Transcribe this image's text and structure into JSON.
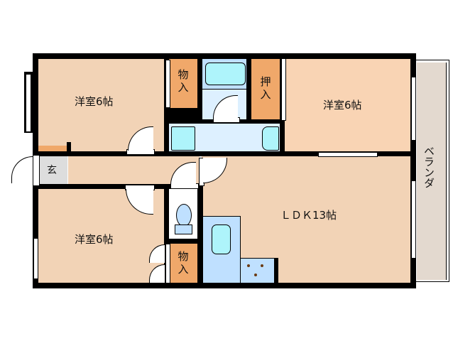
{
  "floor_plan": {
    "colors": {
      "room": "#f2d3b6",
      "room_lighter": "#f9d4b4",
      "storage": "#f0a86a",
      "wet_area": "#bfe0ff",
      "wet_light": "#ddf0ff",
      "fixture": "#aef4fb",
      "entrance": "#dddddd",
      "veranda": "#e3d9cf",
      "wall": "#000000"
    },
    "rooms": {
      "western_room_nw": {
        "label": "洋室6帖"
      },
      "western_room_ne": {
        "label": "洋室6帖"
      },
      "western_room_sw": {
        "label": "洋室6帖"
      },
      "ldk": {
        "label": "ＬＤＫ13帖"
      },
      "closet_nw": {
        "label_line1": "物",
        "label_line2": "入"
      },
      "closet_sw": {
        "label_line1": "物",
        "label_line2": "入"
      },
      "oshiire": {
        "label_line1": "押",
        "label_line2": "入"
      },
      "entrance": {
        "label": "玄"
      },
      "veranda": {
        "label": "ベランダ"
      }
    }
  }
}
